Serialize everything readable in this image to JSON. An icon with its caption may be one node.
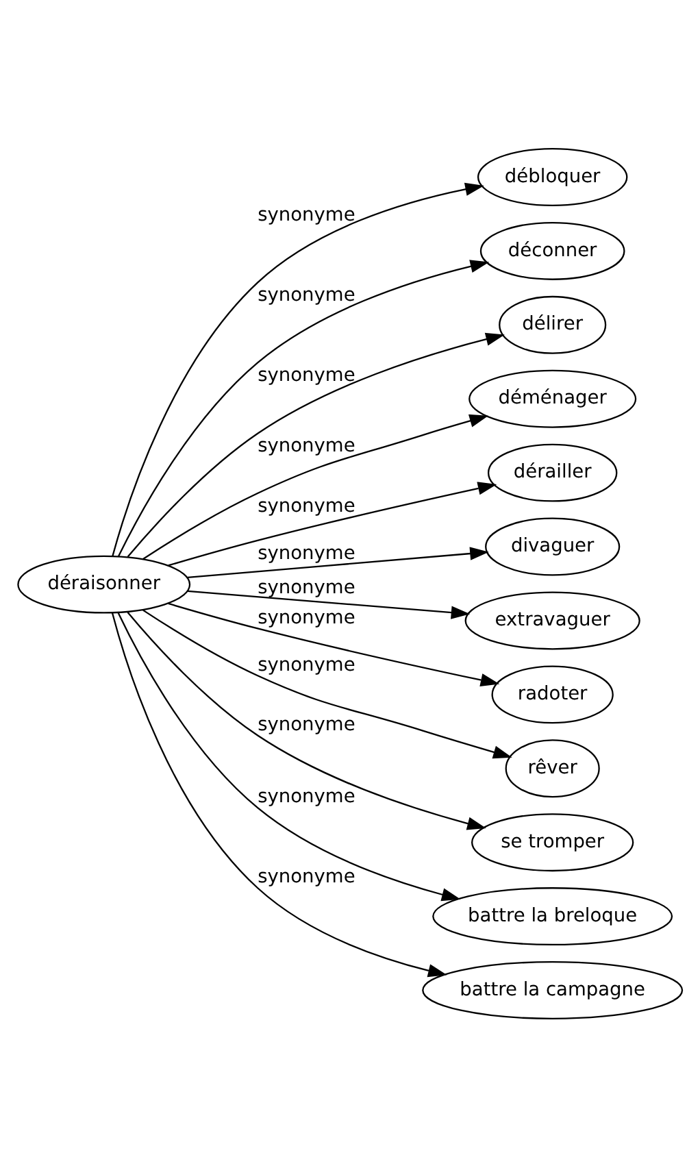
{
  "diagram": {
    "nodes": [
      {
        "text": [
          "déraisonner"
        ]
      },
      {
        "text": [
          "débloquer"
        ]
      },
      {
        "text": [
          "déconner"
        ]
      },
      {
        "text": [
          "délirer"
        ]
      },
      {
        "text": [
          "déménager"
        ]
      },
      {
        "text": [
          "dérailler"
        ]
      },
      {
        "text": [
          "divaguer"
        ]
      },
      {
        "text": [
          "extravaguer"
        ]
      },
      {
        "text": [
          "radoter"
        ]
      },
      {
        "text": [
          "rêver"
        ]
      },
      {
        "text": [
          "se tromper"
        ]
      },
      {
        "text": [
          "battre la breloque"
        ]
      },
      {
        "text": [
          "battre la campagne"
        ]
      }
    ],
    "edges": [
      {
        "from": 0,
        "to": 1,
        "arrow": "to",
        "label": "synonyme"
      },
      {
        "from": 0,
        "to": 2,
        "arrow": "to",
        "label": "synonyme"
      },
      {
        "from": 0,
        "to": 3,
        "arrow": "to",
        "label": "synonyme"
      },
      {
        "from": 0,
        "to": 4,
        "arrow": "to",
        "label": "synonyme"
      },
      {
        "from": 0,
        "to": 5,
        "arrow": "to",
        "label": "synonyme"
      },
      {
        "from": 0,
        "to": 6,
        "arrow": "to",
        "label": "synonyme"
      },
      {
        "from": 0,
        "to": 7,
        "arrow": "to",
        "label": "synonyme"
      },
      {
        "from": 0,
        "to": 8,
        "arrow": "to",
        "label": "synonyme"
      },
      {
        "from": 0,
        "to": 9,
        "arrow": "to",
        "label": "synonyme"
      },
      {
        "from": 0,
        "to": 10,
        "arrow": "to",
        "label": "synonyme"
      },
      {
        "from": 0,
        "to": 11,
        "arrow": "to",
        "label": "synonyme"
      },
      {
        "from": 0,
        "to": 12,
        "arrow": "to",
        "label": "synonyme"
      }
    ]
  }
}
